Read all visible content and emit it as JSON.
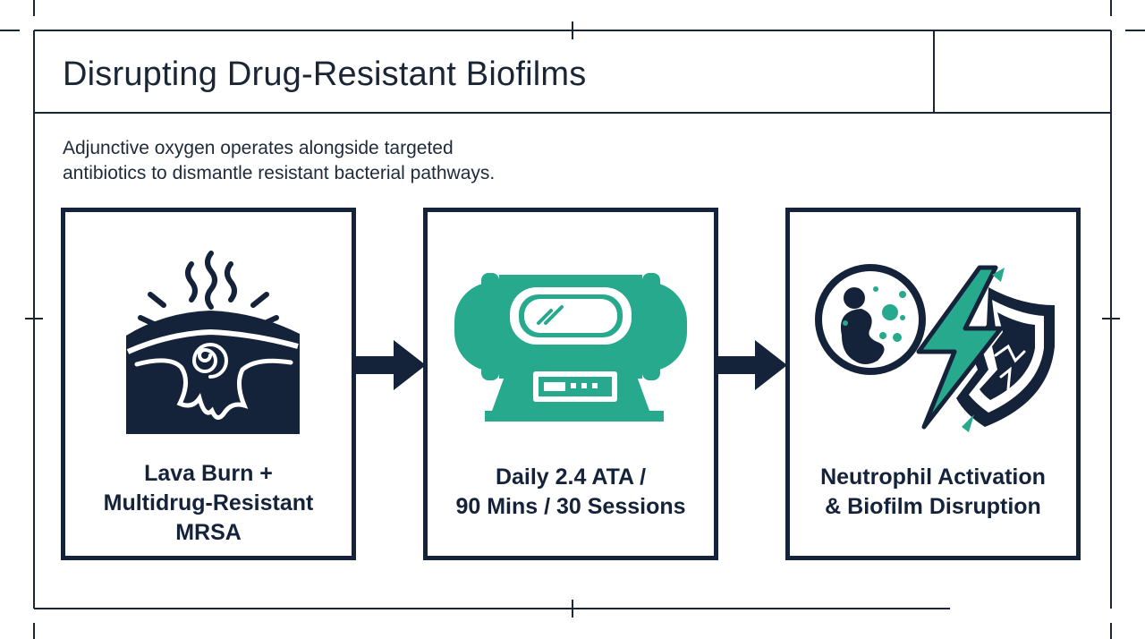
{
  "header": {
    "title": "Disrupting Drug-Resistant Biofilms"
  },
  "intro": {
    "line1": "Adjunctive oxygen operates alongside targeted",
    "line2": "antibiotics to dismantle resistant bacterial pathways."
  },
  "steps": [
    {
      "icon": "lava-burn-wound-icon",
      "lines": [
        "Lava Burn +",
        "Multidrug-Resistant",
        "MRSA"
      ]
    },
    {
      "icon": "hyperbaric-chamber-icon",
      "lines": [
        "Daily 2.4 ATA /",
        "90 Mins / 30 Sessions"
      ]
    },
    {
      "icon": "neutrophil-shield-break-icon",
      "lines": [
        "Neutrophil Activation",
        "& Biofilm Disruption"
      ]
    }
  ],
  "colors": {
    "navy": "#15233a",
    "teal": "#27a98e",
    "line": "#1a2535"
  }
}
